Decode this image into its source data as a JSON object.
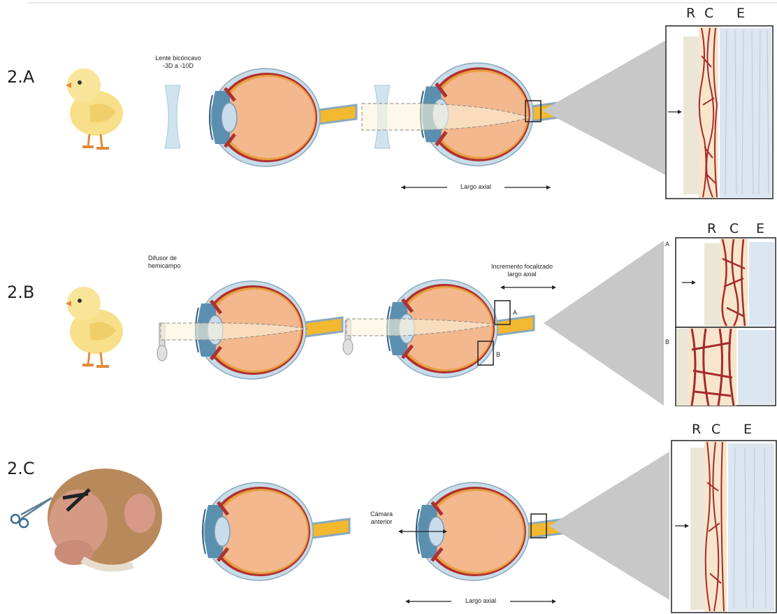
{
  "rows": [
    {
      "id": "2.A",
      "label": "2.A",
      "lens_label_1": "Lente bicóncavo",
      "lens_label_2": "-3D a -10D",
      "axial_label": "Largo axial",
      "layers": [
        "R",
        "C",
        "E"
      ]
    },
    {
      "id": "2.B",
      "label": "2.B",
      "diffuser_label_1": "Difusor de",
      "diffuser_label_2": "hemicampo",
      "focal_label_1": "Incremento focalizado",
      "focal_label_2": "largo axial",
      "box_a": "A",
      "box_b": "B",
      "panel_a": "A",
      "panel_b": "B",
      "layers": [
        "R",
        "C",
        "E"
      ]
    },
    {
      "id": "2.C",
      "label": "2.C",
      "chamber_label_1": "Cámara",
      "chamber_label_2": "anterior",
      "axial_label": "Largo axial",
      "layers": [
        "R",
        "C",
        "E"
      ]
    }
  ],
  "colors": {
    "vitreous": "#f3b88e",
    "sclera_blue": "#c8dce8",
    "choroid_red": "#b03030",
    "retina_orange": "#e8a040",
    "cornea_blue": "#5a8fb0",
    "lens": "#c9dcec",
    "optic_nerve": "#f2b830",
    "zoom_gray": "#c8c8c8",
    "retina_tissue": "#ece6d6",
    "choroid_tissue": "#f7e6cc",
    "sclera_tissue": "#dce6f0",
    "vessel": "#a52a2a"
  },
  "icons": [
    "chick-icon",
    "monkey-icon",
    "scissors-icon",
    "concave-lens-icon",
    "diffuser-icon",
    "eye-icon"
  ]
}
